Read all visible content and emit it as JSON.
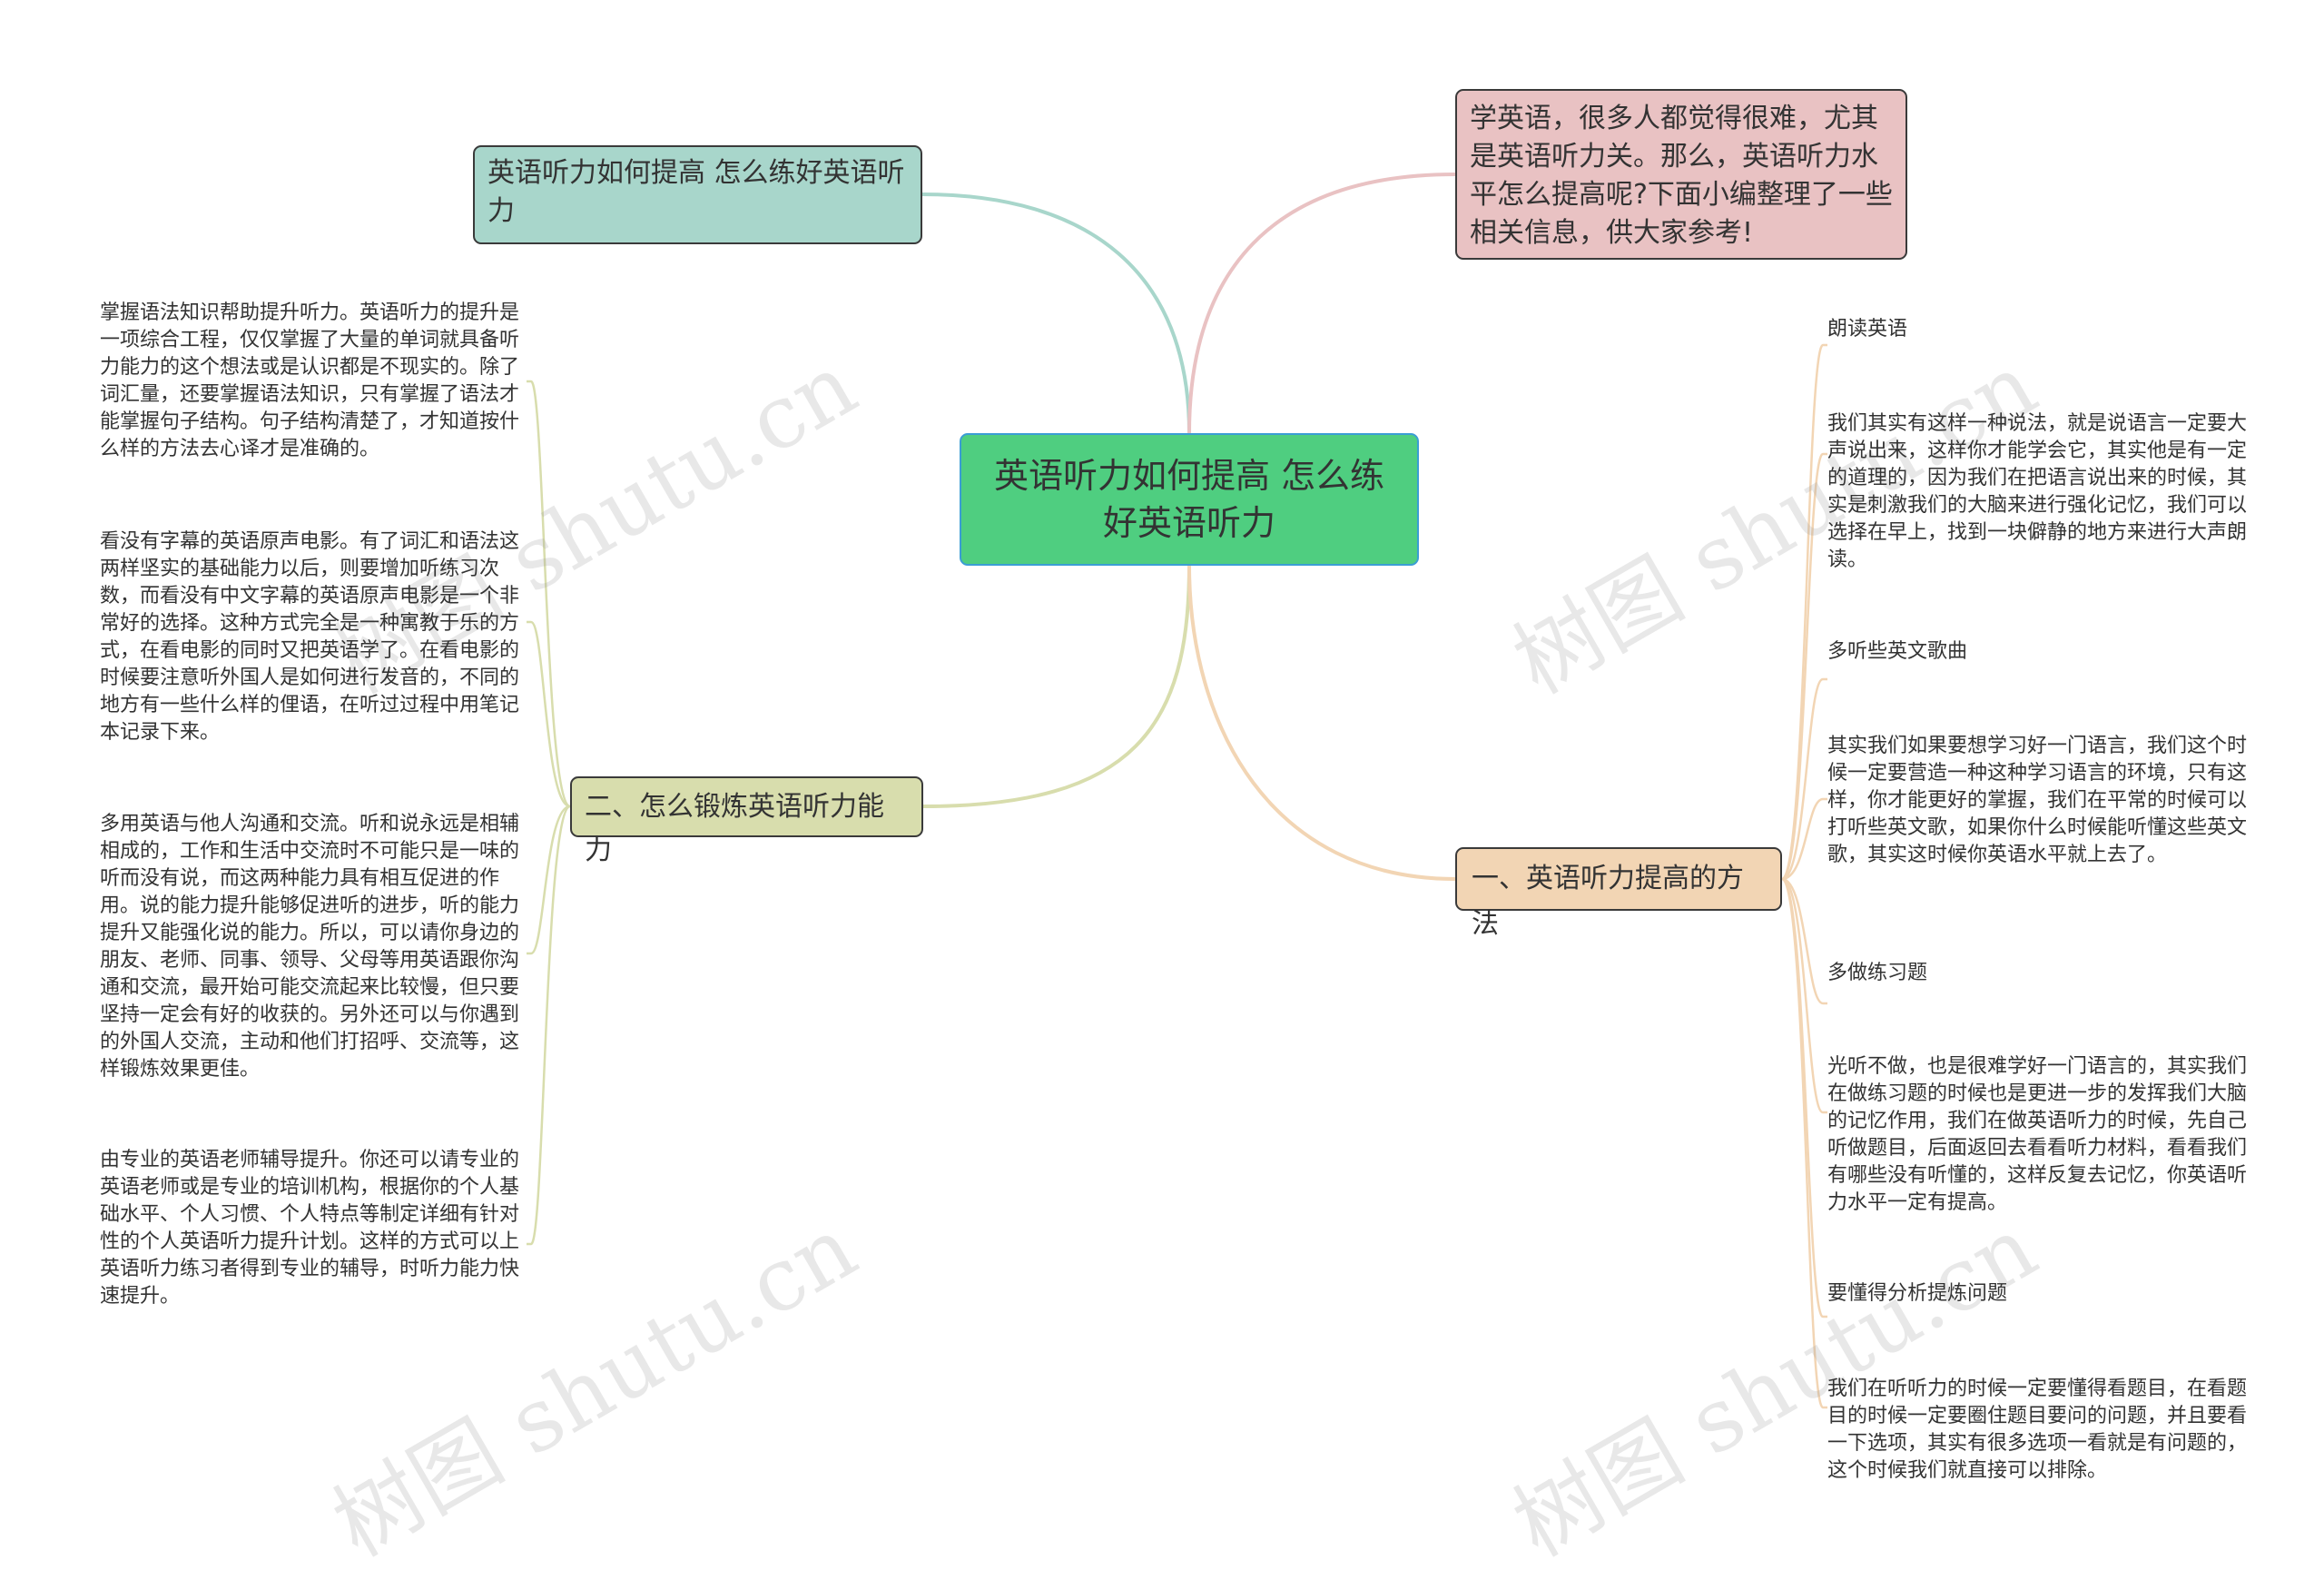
{
  "center": {
    "title": "英语听力如何提高 怎么练好英语听力"
  },
  "top_left": {
    "title": "英语听力如何提高 怎么练好英语听力"
  },
  "top_right": {
    "text": "学英语，很多人都觉得很难，尤其是英语听力关。那么，英语听力水平怎么提高呢?下面小编整理了一些相关信息，供大家参考!"
  },
  "section2": {
    "title": "二、怎么锻炼英语听力能力",
    "items": [
      "掌握语法知识帮助提升听力。英语听力的提升是一项综合工程，仅仅掌握了大量的单词就具备听力能力的这个想法或是认识都是不现实的。除了词汇量，还要掌握语法知识，只有掌握了语法才能掌握句子结构。句子结构清楚了，才知道按什么样的方法去心译才是准确的。",
      "看没有字幕的英语原声电影。有了词汇和语法这两样坚实的基础能力以后，则要增加听练习次数，而看没有中文字幕的英语原声电影是一个非常好的选择。这种方式完全是一种寓教于乐的方式，在看电影的同时又把英语学了。在看电影的时候要注意听外国人是如何进行发音的，不同的地方有一些什么样的俚语，在听过过程中用笔记本记录下来。",
      "多用英语与他人沟通和交流。听和说永远是相辅相成的，工作和生活中交流时不可能只是一味的听而没有说，而这两种能力具有相互促进的作用。说的能力提升能够促进听的进步，听的能力提升又能强化说的能力。所以，可以请你身边的朋友、老师、同事、领导、父母等用英语跟你沟通和交流，最开始可能交流起来比较慢，但只要坚持一定会有好的收获的。另外还可以与你遇到的外国人交流，主动和他们打招呼、交流等，这样锻炼效果更佳。",
      "由专业的英语老师辅导提升。你还可以请专业的英语老师或是专业的培训机构，根据你的个人基础水平、个人习惯、个人特点等制定详细有针对性的个人英语听力提升计划。这样的方式可以上英语听力练习者得到专业的辅导，时听力能力快速提升。"
    ]
  },
  "section1": {
    "title": "一、英语听力提高的方法",
    "items": [
      {
        "heading": "朗读英语",
        "body": "我们其实有这样一种说法，就是说语言一定要大声说出来，这样你才能学会它，其实他是有一定的道理的，因为我们在把语言说出来的时候，其实是刺激我们的大脑来进行强化记忆，我们可以选择在早上，找到一块僻静的地方来进行大声朗读。"
      },
      {
        "heading": "多听些英文歌曲",
        "body": "其实我们如果要想学习好一门语言，我们这个时候一定要营造一种这种学习语言的环境，只有这样，你才能更好的掌握，我们在平常的时候可以打听些英文歌，如果你什么时候能听懂这些英文歌，其实这时候你英语水平就上去了。"
      },
      {
        "heading": "多做练习题",
        "body": "光听不做，也是很难学好一门语言的，其实我们在做练习题的时候也是更进一步的发挥我们大脑的记忆作用，我们在做英语听力的时候，先自己听做题目，后面返回去看看听力材料，看看我们有哪些没有听懂的，这样反复去记忆，你英语听力水平一定有提高。"
      },
      {
        "heading": "要懂得分析提炼问题",
        "body": "我们在听听力的时候一定要懂得看题目，在看题目的时候一定要圈住题目要问的问题，并且要看一下选项，其实有很多选项一看就是有问题的，这个时候我们就直接可以排除。"
      }
    ]
  },
  "watermark": "树图 shutu.cn",
  "colors": {
    "center": "#4fce80",
    "top_left": "#a8d6cb",
    "top_right": "#e9c2c3",
    "section2": "#d8ddad",
    "section1": "#f2d5b4"
  }
}
